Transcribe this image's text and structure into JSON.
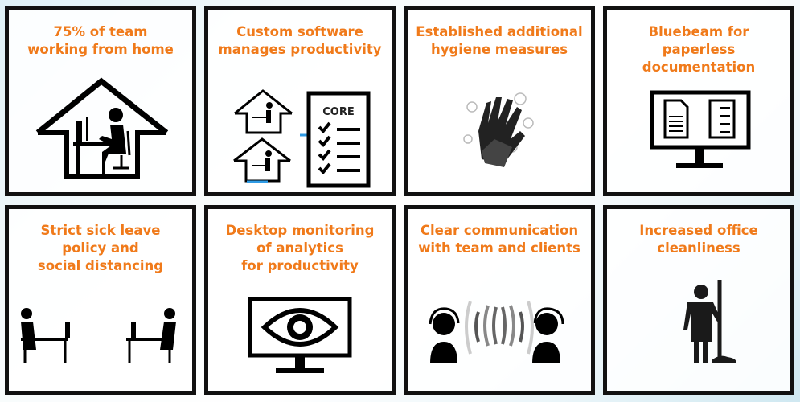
{
  "accent_color": "#f07a1a",
  "tiles": [
    {
      "title": "75% of team\nworking from home",
      "icon": "home-office-icon"
    },
    {
      "title": "Custom software\nmanages productivity",
      "icon": "core-software-icon",
      "logo_text": "CORE"
    },
    {
      "title": "Established additional\nhygiene measures",
      "icon": "hand-washing-icon"
    },
    {
      "title": "Bluebeam for\npaperless\ndocumentation",
      "icon": "monitor-documents-icon"
    },
    {
      "title": "Strict sick leave\npolicy and\nsocial distancing",
      "icon": "distanced-desks-icon"
    },
    {
      "title": "Desktop monitoring\nof analytics\nfor productivity",
      "icon": "monitor-eye-icon"
    },
    {
      "title": "Clear communication\nwith team and clients",
      "icon": "headset-communication-icon"
    },
    {
      "title": "Increased office\ncleanliness",
      "icon": "janitor-mop-icon"
    }
  ]
}
